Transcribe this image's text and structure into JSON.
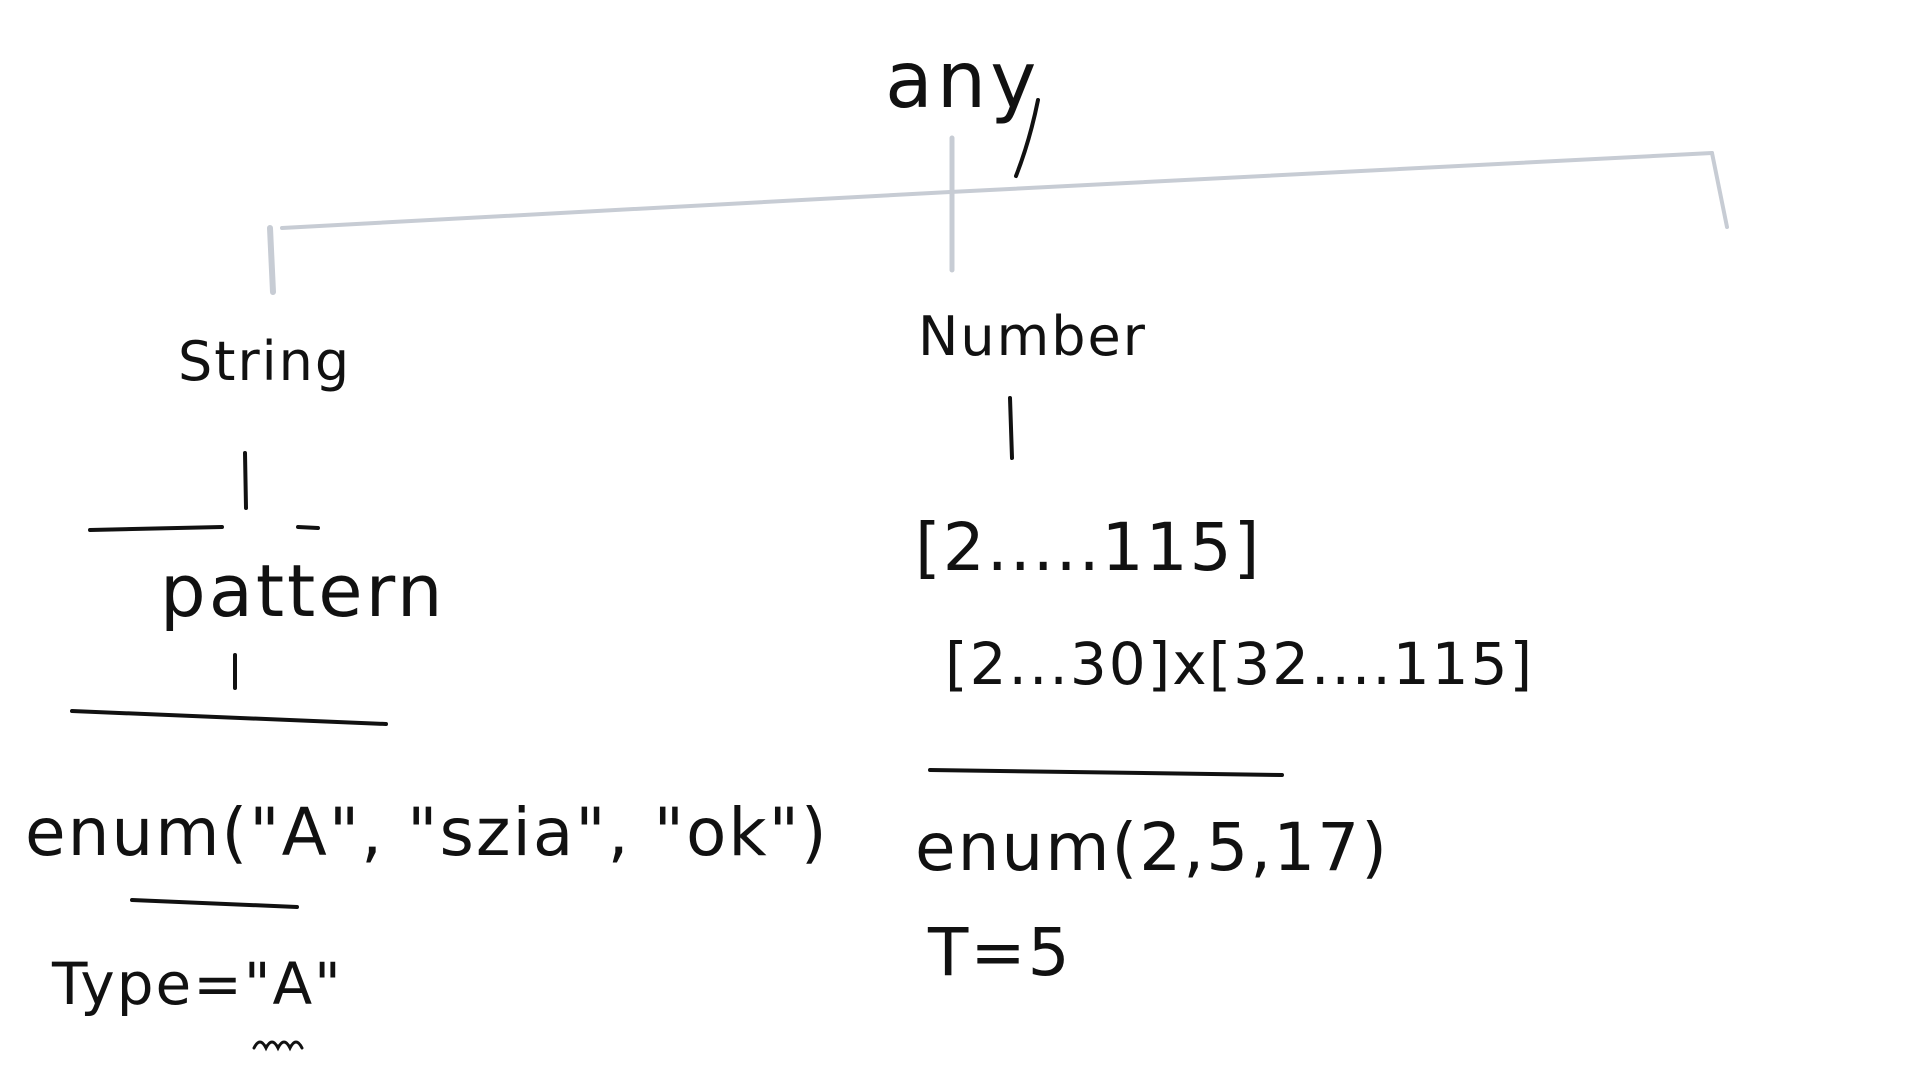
{
  "colors": {
    "background": "#ffffff",
    "ink": "#111111",
    "tree_lines": "#c7ccd4"
  },
  "diagram": {
    "root": {
      "label": "any"
    },
    "string_branch": {
      "label": "String",
      "pattern": "pattern",
      "enum": "enum(\"A\", \"szia\", \"ok\")",
      "type": "Type=\"A\""
    },
    "number_branch": {
      "label": "Number",
      "range": "[2.....115]",
      "range_product": "[2...30]x[32....115]",
      "enum": "enum(2,5,17)",
      "type": "T=5"
    }
  }
}
